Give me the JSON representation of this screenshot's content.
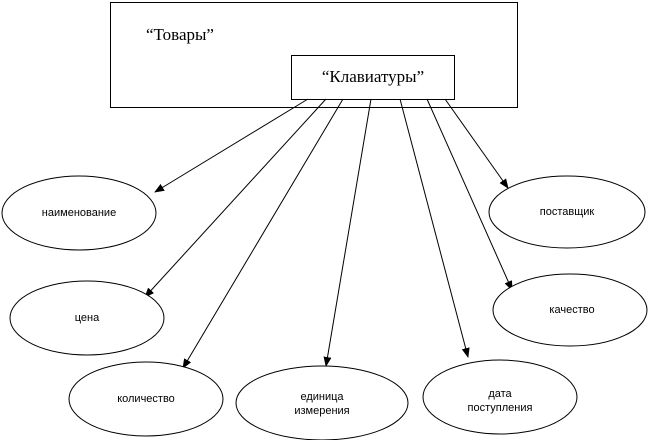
{
  "outer_label": "“Товары”",
  "inner_label": "“Клавиатуры”",
  "attributes": {
    "name": "наименование",
    "price": "цена",
    "quantity": "количество",
    "unit_1": "единица",
    "unit_2": "измерения",
    "date_1": "дата",
    "date_2": "поступления",
    "supplier": "поставщик",
    "quality": "качество"
  }
}
